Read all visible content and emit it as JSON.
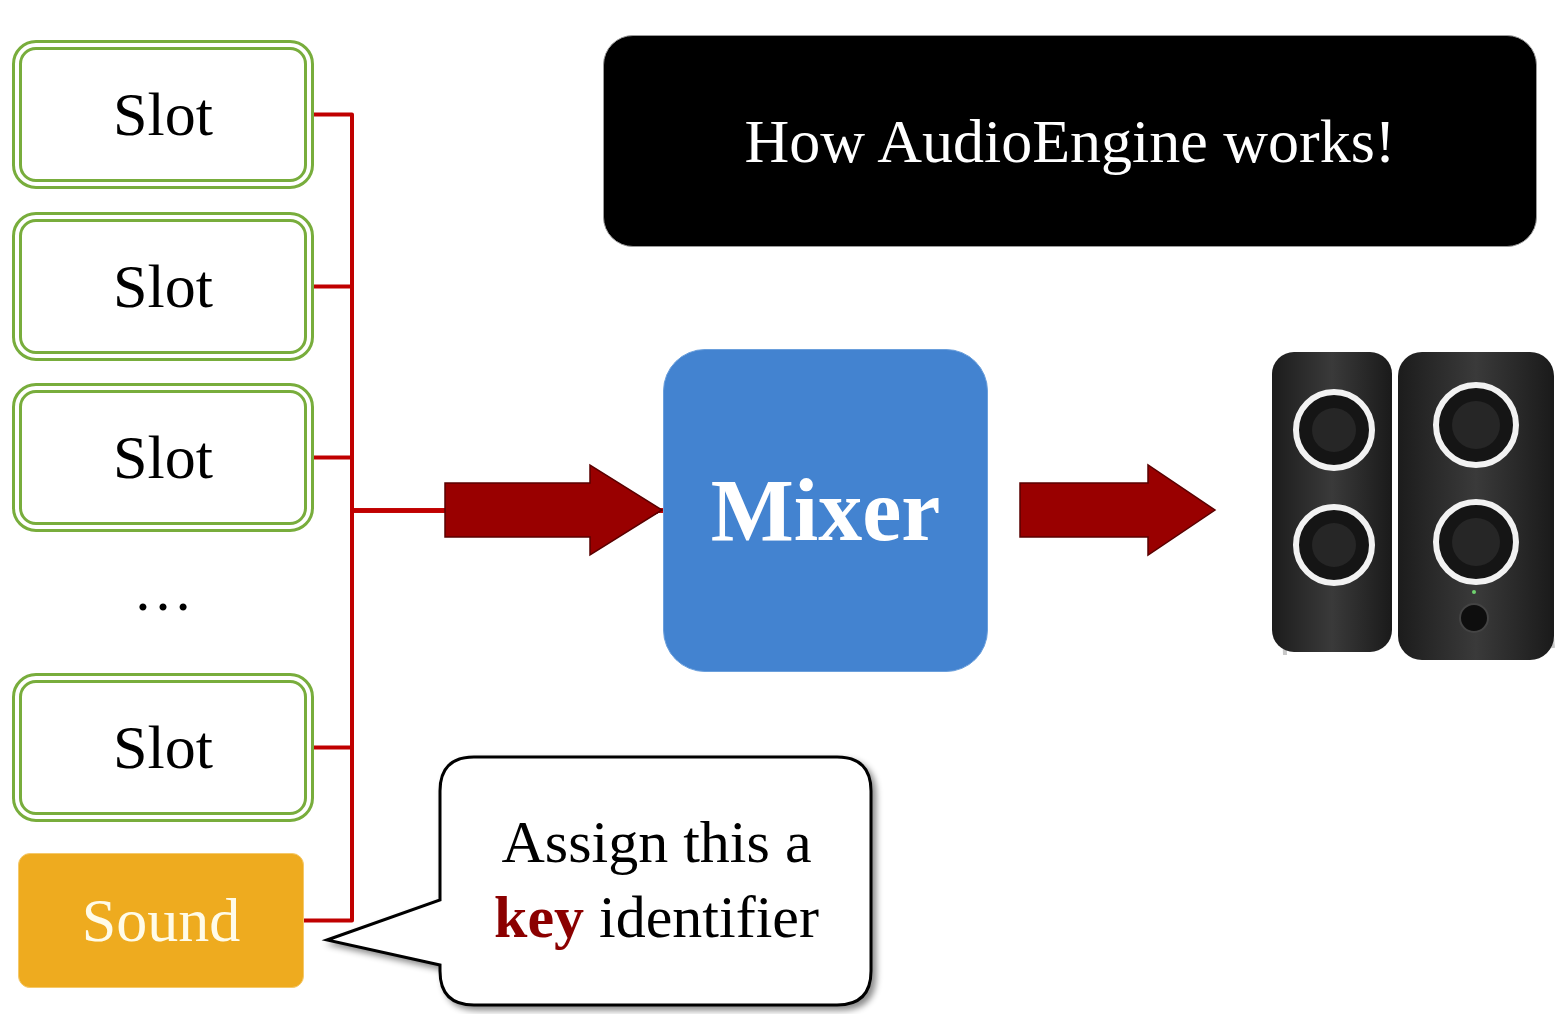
{
  "diagram": {
    "title": "How AudioEngine works!",
    "nodes": [
      {
        "text": [
          "Slot"
        ]
      },
      {
        "text": [
          "Slot"
        ]
      },
      {
        "text": [
          "Slot"
        ]
      },
      {
        "text": [
          "Slot"
        ]
      },
      {
        "text": [
          "Sound"
        ]
      },
      {
        "text": [
          "Mixer"
        ]
      },
      {
        "text": [
          "Assign this a key identifier"
        ]
      }
    ],
    "edges": [
      {
        "from": 0,
        "to": 5,
        "arrow": "to"
      },
      {
        "from": 1,
        "to": 5,
        "arrow": "to"
      },
      {
        "from": 2,
        "to": 5,
        "arrow": "to"
      },
      {
        "from": 3,
        "to": 5,
        "arrow": "to"
      },
      {
        "from": 4,
        "to": 5,
        "arrow": "to"
      }
    ],
    "labels": [
      "…"
    ]
  }
}
